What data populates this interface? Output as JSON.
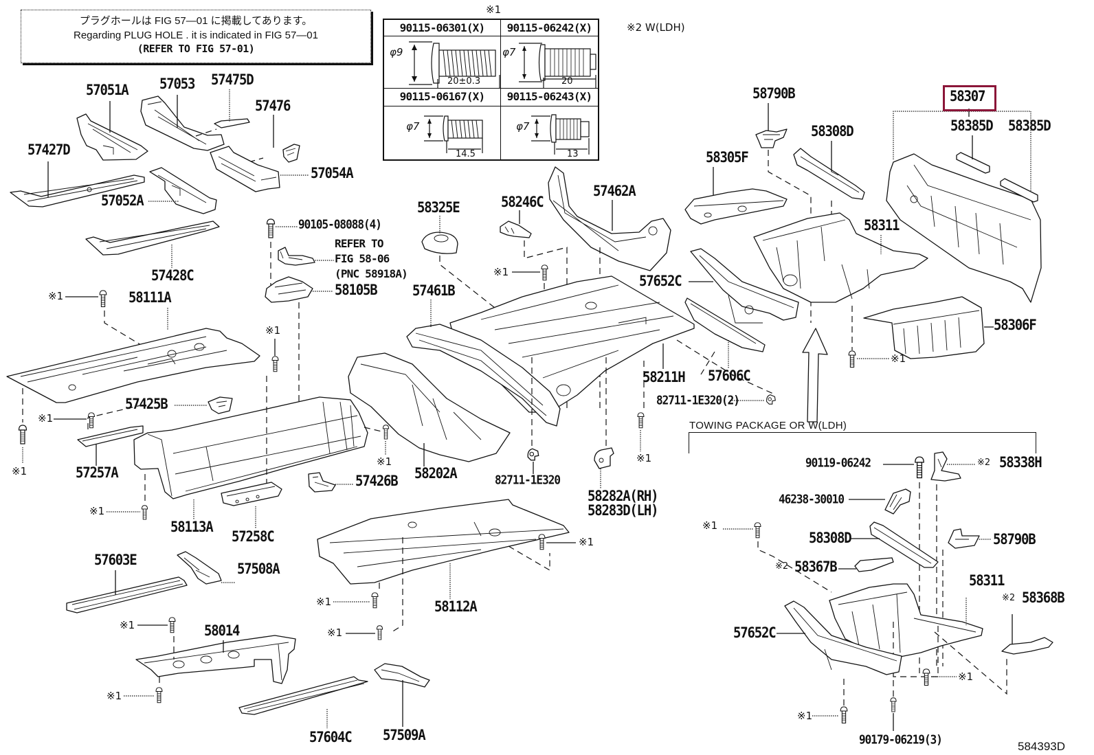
{
  "note": {
    "line_jp": "プラグホールは FIG 57—01 に掲載してあります。",
    "line_en": "Regarding  PLUG  HOLE . it is indicated in FIG  57—01",
    "line_ref": "(REFER TO FIG 57-01)"
  },
  "fastener_table": {
    "marker": "※1",
    "cells": [
      {
        "part_no": "90115-06301(X)",
        "diameter": "φ9",
        "length": "20±0.3"
      },
      {
        "part_no": "90115-06242(X)",
        "diameter": "φ7",
        "length": "20"
      },
      {
        "part_no": "90115-06167(X)",
        "diameter": "φ7",
        "length": "14.5"
      },
      {
        "part_no": "90115-06243(X)",
        "diameter": "φ7",
        "length": "13"
      }
    ]
  },
  "legend": {
    "note2": "※2 W(LDH)"
  },
  "markers": {
    "note1": "※1",
    "note2": "※2"
  },
  "refer_note": {
    "line1": "REFER TO",
    "line2": "FIG 58-06",
    "line3": "(PNC 58918A)"
  },
  "highlight": {
    "part_no": "58307",
    "color": "#8b1538"
  },
  "callouts": [
    "57051A",
    "57053",
    "57475D",
    "57476",
    "57427D",
    "57054A",
    "57052A",
    "90105-08088(4)",
    "57428C",
    "58111A",
    "58105B",
    "58325E",
    "57461B",
    "58246C",
    "57462A",
    "58790B",
    "58307",
    "58385D",
    "58385D",
    "58308D",
    "58305F",
    "58311",
    "57652C",
    "58306F",
    "58211H",
    "57606C",
    "82711-1E320(2)",
    "57425B",
    "57257A",
    "57426B",
    "58113A",
    "57258C",
    "58202A",
    "82711-1E320",
    "58282A(RH)",
    "58283D(LH)",
    "57603E",
    "57508A",
    "58112A",
    "58014",
    "57604C",
    "57509A"
  ],
  "towing_package": {
    "title": "TOWING PACKAGE OR W(LDH)",
    "callouts": [
      "90119-06242",
      "58338H",
      "46238-30010",
      "58308D",
      "58790B",
      "58367B",
      "58311",
      "58368B",
      "57652C",
      "90179-06219(3)"
    ]
  },
  "figure_id": "584393D"
}
